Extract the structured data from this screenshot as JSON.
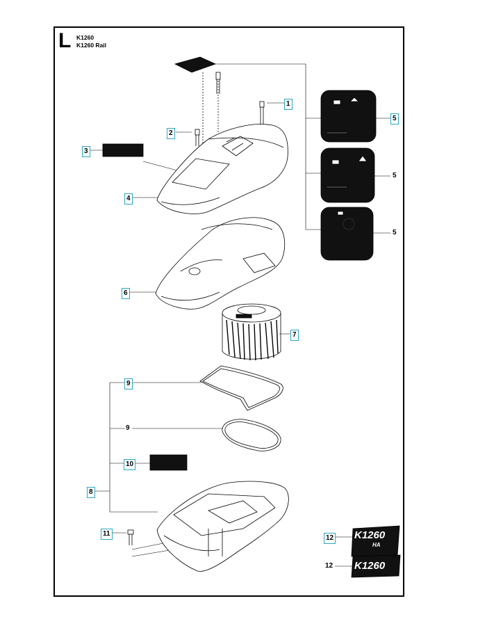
{
  "section_letter": "L",
  "models": [
    "K1260",
    "K1260 Rail"
  ],
  "callouts": [
    {
      "id": "c1",
      "label": "1",
      "boxed": true
    },
    {
      "id": "c2",
      "label": "2",
      "boxed": true
    },
    {
      "id": "c3",
      "label": "3",
      "boxed": true
    },
    {
      "id": "c4",
      "label": "4",
      "boxed": true
    },
    {
      "id": "c5a",
      "label": "5",
      "boxed": true
    },
    {
      "id": "c5b",
      "label": "5",
      "boxed": false
    },
    {
      "id": "c5c",
      "label": "5",
      "boxed": false
    },
    {
      "id": "c6",
      "label": "6",
      "boxed": true
    },
    {
      "id": "c7",
      "label": "7",
      "boxed": true
    },
    {
      "id": "c8",
      "label": "8",
      "boxed": true
    },
    {
      "id": "c9a",
      "label": "9",
      "boxed": true
    },
    {
      "id": "c9b",
      "label": "9",
      "boxed": false
    },
    {
      "id": "c10",
      "label": "10",
      "boxed": true
    },
    {
      "id": "c11",
      "label": "11",
      "boxed": true
    },
    {
      "id": "c12a",
      "label": "12",
      "boxed": true
    },
    {
      "id": "c12b",
      "label": "12",
      "boxed": false
    }
  ],
  "decals": {
    "model_decal_top": "K1260",
    "model_decal_sub": "HA",
    "model_decal_bottom": "K1260"
  },
  "colors": {
    "callout_border": "#2aa6c2",
    "ink": "#000000"
  }
}
